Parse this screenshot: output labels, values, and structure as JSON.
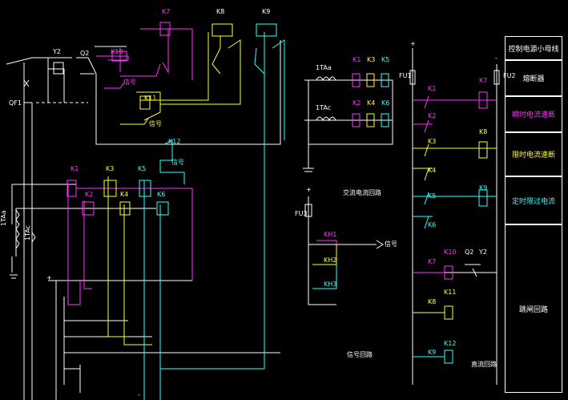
{
  "colors": {
    "white": "#ffffff",
    "magenta": "#ff33ff",
    "yellow": "#ffff33",
    "cyan": "#33ffff"
  },
  "left_diagram": {
    "labels": {
      "qf1": "QF1",
      "y2": "Y2",
      "q2": "Q2",
      "k10": "K10",
      "k7": "K7",
      "k8": "K8",
      "k9": "K9",
      "signal1": "信号",
      "k11": "K11",
      "signal2": "信号",
      "k12": "K12",
      "signal3": "信号",
      "k1": "K1",
      "k3": "K3",
      "k5": "K5",
      "k2": "K2",
      "k4": "K4",
      "k6": "K6",
      "ta_a": "1TAa",
      "ta_c": "1TAc",
      "plus": "+",
      "minus": "-"
    }
  },
  "ac_circuit": {
    "title": "交流电流回路",
    "labels": {
      "ta_a": "1TAa",
      "ta_c": "1TAc",
      "k1": "K1",
      "k3": "K3",
      "k5": "K5",
      "k2": "K2",
      "k4": "K4",
      "k6": "K6"
    }
  },
  "signal_circuit": {
    "title": "信号回路",
    "labels": {
      "fu3": "FU3",
      "plus": "+",
      "kh1": "KH1",
      "kh2": "KH2",
      "kh3": "KH3",
      "out": "信号"
    }
  },
  "dc_circuit": {
    "title": "直流回路",
    "labels": {
      "fu1": "FU1",
      "fu2": "FU2",
      "plus": "+",
      "minus": "-",
      "k1": "K1",
      "k2": "K2",
      "k3": "K3",
      "k4": "K4",
      "k5": "K5",
      "k6": "K6",
      "k7": "K7",
      "k8": "K8",
      "k9": "K9",
      "k10": "K10",
      "k11": "K11",
      "k12": "K12",
      "q2": "Q2",
      "y2": "Y2"
    }
  },
  "legend": [
    {
      "text": "控制电源小母线",
      "color": "#ffffff"
    },
    {
      "text": "熔断器",
      "color": "#ffffff"
    },
    {
      "text": "瞬时电流速断",
      "color": "#ff33ff"
    },
    {
      "text": "限时电流速断",
      "color": "#ffff33"
    },
    {
      "text": "定时限过电流",
      "color": "#33ffff"
    },
    {
      "text": "跳闸回路",
      "color": "#ffffff"
    }
  ]
}
